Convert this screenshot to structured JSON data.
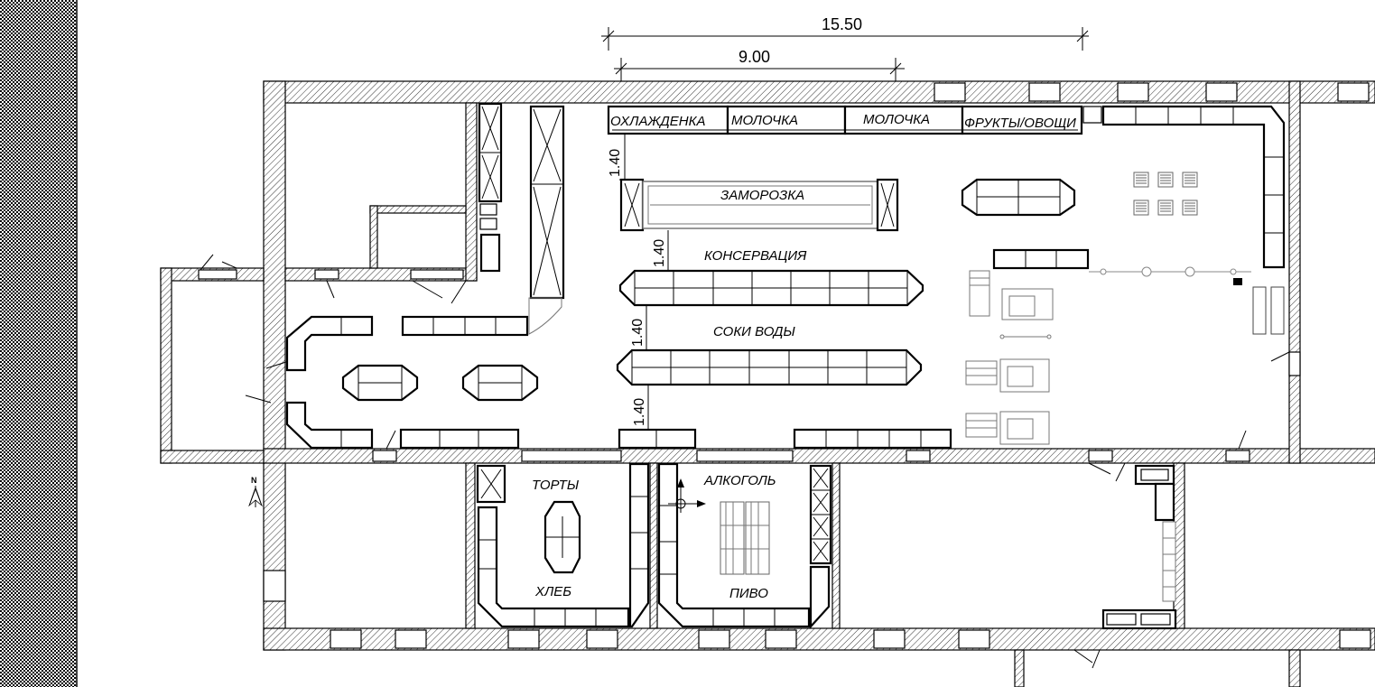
{
  "drawing": {
    "zone_labels": {
      "chilled": "ОХЛАЖДЕНКА",
      "dairy_1": "МОЛОЧКА",
      "dairy_2": "МОЛОЧКА",
      "fruit_veg": "ФРУКТЫ/ОВОЩИ",
      "frozen": "ЗАМОРОЗКА",
      "canned": "КОНСЕРВАЦИЯ",
      "juice_water": "СОКИ ВОДЫ",
      "cakes": "ТОРТЫ",
      "bread": "ХЛЕБ",
      "alcohol": "АЛКОГОЛЬ",
      "beer": "ПИВО"
    },
    "dimensions": {
      "overall_width": "15.50",
      "section_width": "9.00",
      "aisle_1": "1.40",
      "aisle_2": "1.40",
      "aisle_3": "1.40",
      "aisle_4": "1.40"
    },
    "north_marker": "N"
  },
  "colors": {
    "line": "#000000",
    "hatch": "#000000",
    "background": "#ffffff",
    "equipment_gray": "#777777"
  }
}
